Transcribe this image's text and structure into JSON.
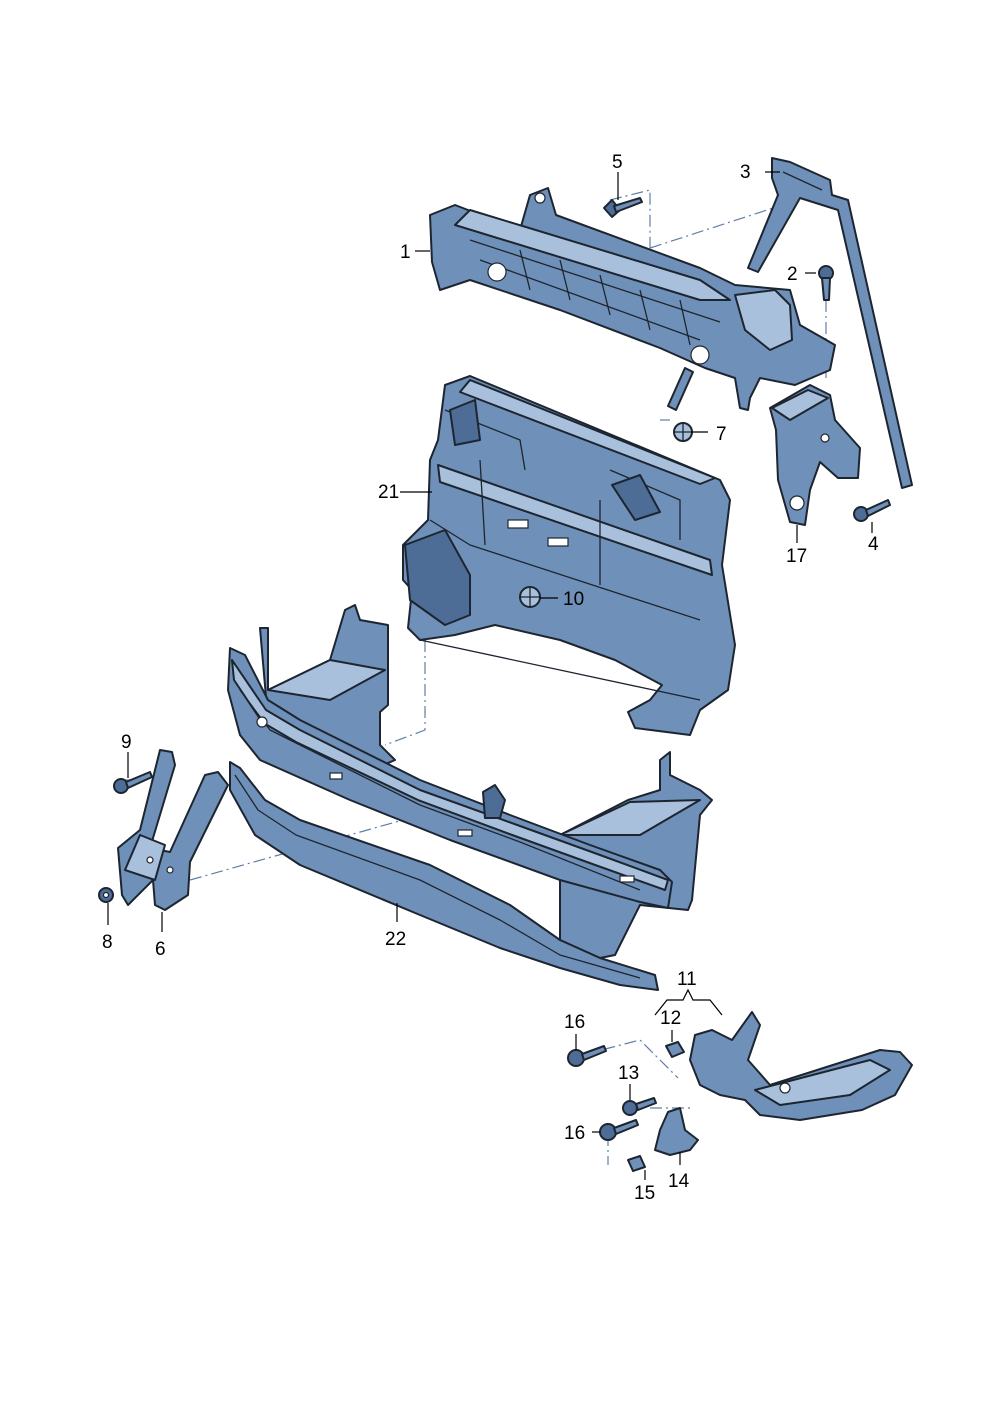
{
  "callouts": {
    "c1": "1",
    "c2": "2",
    "c3": "3",
    "c4": "4",
    "c5": "5",
    "c6": "6",
    "c7": "7",
    "c8": "8",
    "c9": "9",
    "c10": "10",
    "c11": "11",
    "c12": "12",
    "c13": "13",
    "c14": "14",
    "c15": "15",
    "c16a": "16",
    "c16b": "16",
    "c17": "17",
    "c21": "21",
    "c22": "22"
  },
  "colors": {
    "part_fill": "#6f90b8",
    "part_highlight": "#a9c0dc",
    "outline": "#1d2530",
    "dash_line": "#5f7fa6"
  }
}
